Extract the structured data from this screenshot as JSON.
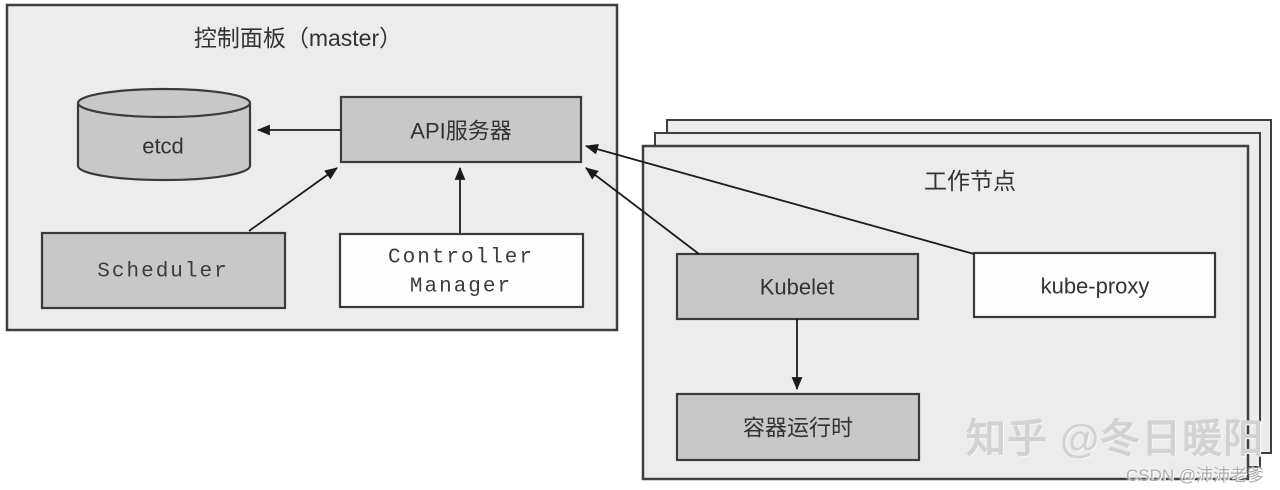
{
  "diagram": {
    "type": "architecture-diagram",
    "subject": "Kubernetes cluster components"
  },
  "colors": {
    "page_bg": "#ffffff",
    "panel_fill": "#ececec",
    "panel_stroke": "#3f3f3f",
    "box_gray": "#c8c8c8",
    "box_white": "#fdfdfd",
    "box_stroke": "#3a3a3a",
    "line": "#1a1a1a",
    "text": "#333333",
    "watermark_large": "#d2d2d2",
    "watermark_small": "#adadad"
  },
  "master_panel": {
    "title": "控制面板（master）",
    "nodes": {
      "etcd": "etcd",
      "api_server": "API服务器",
      "scheduler": "Scheduler",
      "controller_manager_line1": "Controller",
      "controller_manager_line2": "Manager"
    }
  },
  "worker_panel": {
    "title": "工作节点",
    "stack_count": 3,
    "nodes": {
      "kubelet": "Kubelet",
      "kube_proxy": "kube-proxy",
      "container_runtime": "容器运行时"
    }
  },
  "edges": [
    {
      "from": "api-server",
      "to": "etcd"
    },
    {
      "from": "scheduler",
      "to": "api-server"
    },
    {
      "from": "controller-manager",
      "to": "api-server"
    },
    {
      "from": "kubelet",
      "to": "api-server"
    },
    {
      "from": "kube-proxy",
      "to": "api-server"
    },
    {
      "from": "kubelet",
      "to": "container-runtime"
    }
  ],
  "watermarks": {
    "zhihu": "知乎 @冬日暖阳",
    "csdn": "CSDN @沛沛老爹"
  }
}
